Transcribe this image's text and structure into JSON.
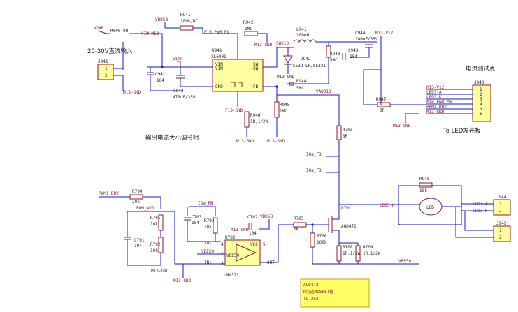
{
  "power": {
    "v24": "V24B",
    "v24_res": "R000 0R",
    "vin_net": "VIN_M13",
    "input_note": "20-30V直流输入",
    "j941": "J941",
    "gnd1": "M13-GND",
    "vdd": "VDD5B",
    "r941": "R941",
    "r941_val": "100k/NC",
    "p16": "P16 PWM EN",
    "c941": "C941",
    "c941_val": "104",
    "c942": "C942",
    "c942_val": "470uF/35V",
    "vinc": "VinC",
    "u941": "U941",
    "u941_part": "XL6001",
    "pin_vin": "VIN",
    "pin_sw": "SW",
    "pin_gnd": "GND",
    "pin_fb": "FB",
    "r942": "R942",
    "r942_val": "1MC",
    "sw013": "SW013",
    "l941": "L941",
    "l941_val": "100uH",
    "d942": "D942",
    "d942_part": "SS3D-LP/SS321",
    "r943": "R943",
    "r943_val": "5MC",
    "c943": "C943",
    "c943_val": "104",
    "c944": "C944",
    "c944_val": "100uF/35V",
    "vout": "M13-V12",
    "r944": "R944",
    "r944_val": "5MC",
    "vadj": "VADJ13",
    "r945": "R945",
    "r945_val": "1MC",
    "r946": "R946",
    "r946_val": "1R,1/2W",
    "fb_gnd": "F13-GND",
    "adjust_note": "输出电流大小调节阻",
    "r947": "R947",
    "r947_val": "0R",
    "test_title": "电流测试点"
  },
  "connector": {
    "j943": "J943",
    "pins": [
      "M13-V12",
      "LED3-A",
      "LED3-K",
      "P16 PWM EN",
      "PWM1 DRV",
      "M13-GND"
    ],
    "pin_nums": [
      "1",
      "2",
      "3",
      "4",
      "5",
      "6"
    ],
    "to_board": "To LED发光板"
  },
  "driver": {
    "r704": "R704",
    "r704_val": "0R",
    "ioa_fb": "IOa_FB",
    "ioa_fb2": "IOa_FB",
    "pwm": "PWM1 DRV",
    "r700": "R700",
    "r700_val": "20k",
    "pwm_avg": "PWM_AVG",
    "r701": "R701",
    "r701_val": "10k",
    "c701": "C701",
    "c701_val": "104",
    "r702": "R702",
    "r702_val": "10k",
    "gnd": "M13-GND",
    "ioa_fb3": "IOa_FB",
    "c703": "C703",
    "c703_val": "104",
    "r703": "R703",
    "r703_val": "10k",
    "c702": "C702",
    "c702_val": "104",
    "vdd5b": "VDD5B",
    "u702": "U702",
    "u702_part": "LMV321",
    "vee": "VEE50",
    "vcc": "VCC",
    "in_neg": "IN-",
    "in_pos": "IN+",
    "out": "OUT",
    "r705": "R705",
    "r705_val": "1k",
    "r706": "R706",
    "r706_val": "100k",
    "q701": "Q701",
    "q701_part": "AOD472",
    "r708": "R708",
    "r708_val": "1R,1/2W",
    "r709": "R709",
    "r709_val": "1R,1/2W",
    "led3k": "LED3-K",
    "vee2": "VEE50",
    "pin_nums": [
      "5",
      "2",
      "3",
      "4"
    ]
  },
  "led": {
    "r948": "R948",
    "r948_val": "10k",
    "led_label": "LED",
    "j944": "J944",
    "j945": "J945",
    "a": "LED3-A",
    "k": "LED3-K",
    "pins": [
      "1",
      "2"
    ]
  },
  "note": {
    "line1": "AOD472",
    "line2": "N沟道MOSFET管",
    "line3": "TO-252"
  }
}
